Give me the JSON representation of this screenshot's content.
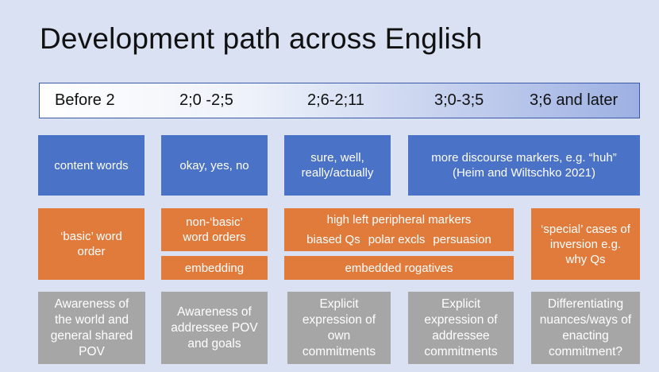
{
  "title": "Development path across English",
  "timeline": [
    "Before 2",
    "2;0 -2;5",
    "2;6-2;11",
    "3;0-3;5",
    "3;6 and later"
  ],
  "blue_row": [
    "content words",
    "okay, yes, no",
    "sure, well, really/actually",
    "more discourse markers, e.g. “huh” (Heim and Wiltschko 2021)"
  ],
  "orange_row": {
    "basic_word_order": "‘basic’ word order",
    "non_basic": "non-‘basic’ word orders",
    "embedding": "embedding",
    "high_left": {
      "heading": "high left peripheral markers",
      "items": [
        "biased Qs",
        "polar excls",
        "persuasion"
      ]
    },
    "embedded_rogatives": "embedded rogatives",
    "special_cases": "‘special’ cases of inversion e.g. why Qs"
  },
  "gray_row": [
    "Awareness of the world and general shared POV",
    "Awareness of addressee POV and goals",
    "Explicit expression of own commitments",
    "Explicit expression of addressee commitments",
    "Differentiating nuances/ways of enacting commitment?"
  ]
}
